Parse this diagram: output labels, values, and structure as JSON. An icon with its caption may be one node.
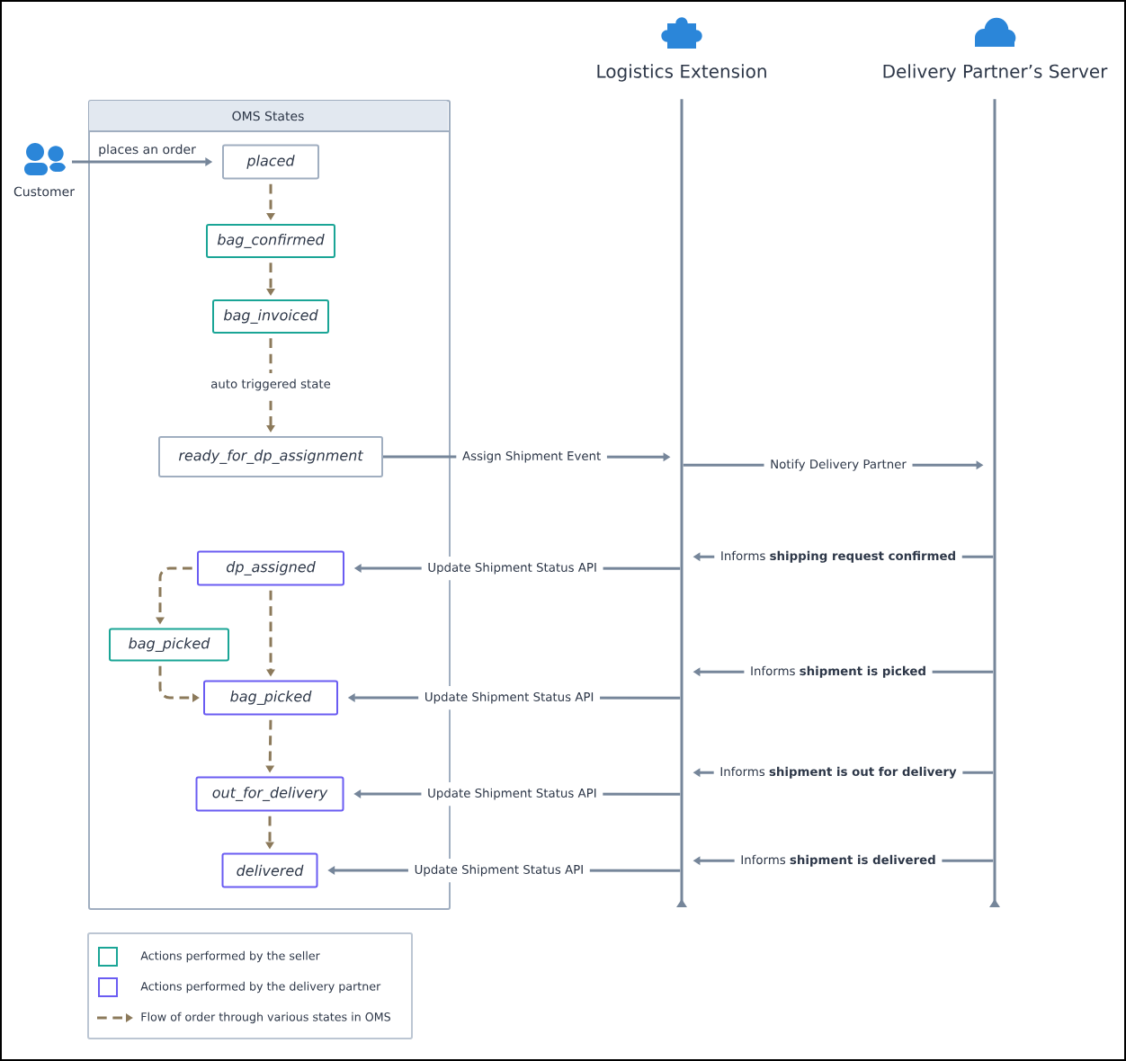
{
  "diagram": {
    "nodes": [
      {
        "text": [
          "Customer"
        ]
      },
      {
        "text": [
          "OMS States"
        ]
      },
      {
        "text": [
          "placed"
        ],
        "in": 1
      },
      {
        "text": [
          "bag_confirmed"
        ],
        "in": 1
      },
      {
        "text": [
          "bag_invoiced"
        ],
        "in": 1
      },
      {
        "text": [
          "ready_for_dp_assignment"
        ],
        "in": 1
      },
      {
        "text": [
          "dp_assigned"
        ],
        "in": 1
      },
      {
        "text": [
          "bag_picked"
        ],
        "in": 1
      },
      {
        "text": [
          "bag_picked"
        ],
        "in": 1
      },
      {
        "text": [
          "out_for_delivery"
        ],
        "in": 1
      },
      {
        "text": [
          "delivered"
        ],
        "in": 1
      },
      {
        "text": [
          "Logistics Extension"
        ]
      },
      {
        "text": [
          "Delivery Partner’s Server"
        ]
      }
    ],
    "edges": [
      {
        "from": 0,
        "to": 2,
        "arrow": "to",
        "label": "places an order"
      },
      {
        "from": 2,
        "to": 3,
        "arrow": "to",
        "style": "dashed",
        "color": "#8c7a5b"
      },
      {
        "from": 3,
        "to": 4,
        "arrow": "to",
        "style": "dashed",
        "color": "#8c7a5b"
      },
      {
        "from": 4,
        "to": 5,
        "arrow": "to",
        "style": "dashed",
        "color": "#8c7a5b",
        "label": "auto triggered state"
      },
      {
        "from": 5,
        "to": 11,
        "arrow": "to",
        "label": "Assign Shipment Event"
      },
      {
        "from": 11,
        "to": 12,
        "arrow": "to",
        "label": "Notify Delivery Partner"
      },
      {
        "from": 12,
        "to": 11,
        "arrow": "to",
        "label": "Informs **shipping request confirmed**"
      },
      {
        "from": 11,
        "to": 6,
        "arrow": "to",
        "label": "Update Shipment Status API"
      },
      {
        "from": 6,
        "to": 7,
        "arrow": "to",
        "style": "dashed",
        "color": "#8c7a5b"
      },
      {
        "from": 6,
        "to": 8,
        "arrow": "to",
        "style": "dashed",
        "color": "#8c7a5b"
      },
      {
        "from": 7,
        "to": 8,
        "arrow": "to",
        "style": "dashed",
        "color": "#8c7a5b"
      },
      {
        "from": 12,
        "to": 11,
        "arrow": "to",
        "label": "Informs **shipment is picked**"
      },
      {
        "from": 11,
        "to": 8,
        "arrow": "to",
        "label": "Update Shipment Status API"
      },
      {
        "from": 8,
        "to": 9,
        "arrow": "to",
        "style": "dashed",
        "color": "#8c7a5b"
      },
      {
        "from": 12,
        "to": 11,
        "arrow": "to",
        "label": "Informs **shipment is out for delivery**"
      },
      {
        "from": 11,
        "to": 9,
        "arrow": "to",
        "label": "Update Shipment Status API"
      },
      {
        "from": 9,
        "to": 10,
        "arrow": "to",
        "style": "dashed",
        "color": "#8c7a5b"
      },
      {
        "from": 12,
        "to": 11,
        "arrow": "to",
        "label": "Informs **shipment is delivered**"
      },
      {
        "from": 11,
        "to": 10,
        "arrow": "to",
        "label": "Update Shipment Status API"
      }
    ],
    "legend": [
      {
        "text": "Actions performed by the seller",
        "color": "#1aa596"
      },
      {
        "text": "Actions performed by the delivery partner",
        "color": "#6a5cf2"
      },
      {
        "text": "Flow of order through various states in OMS"
      }
    ]
  }
}
